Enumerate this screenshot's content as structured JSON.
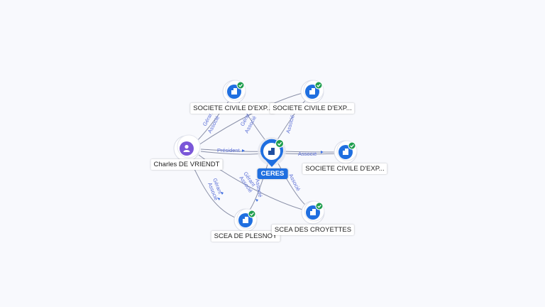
{
  "colors": {
    "company_node": "#1f6fe0",
    "person_node": "#7b57d8",
    "check_badge": "#1f9e4e",
    "edge": "#8a90a8",
    "edge_label": "#5b6fd6"
  },
  "nodes": {
    "ceres": {
      "label": "CERES",
      "icon": "building-icon"
    },
    "charles": {
      "label": "Charles DE VRIENDT",
      "icon": "person-icon"
    },
    "sce1": {
      "label": "SOCIETE CIVILE D'EXP...",
      "icon": "building-icon"
    },
    "sce2": {
      "label": "SOCIETE CIVILE D'EXP...",
      "icon": "building-icon"
    },
    "sce3": {
      "label": "SOCIETE CIVILE D'EXP...",
      "icon": "building-icon"
    },
    "plesnoy": {
      "label": "SCEA DE PLESNOY",
      "icon": "building-icon"
    },
    "croyettes": {
      "label": "SCEA DES CROYETTES",
      "icon": "building-icon"
    }
  },
  "edge_labels": {
    "president": "Président",
    "associe": "Associé",
    "gerant": "Gérant"
  }
}
